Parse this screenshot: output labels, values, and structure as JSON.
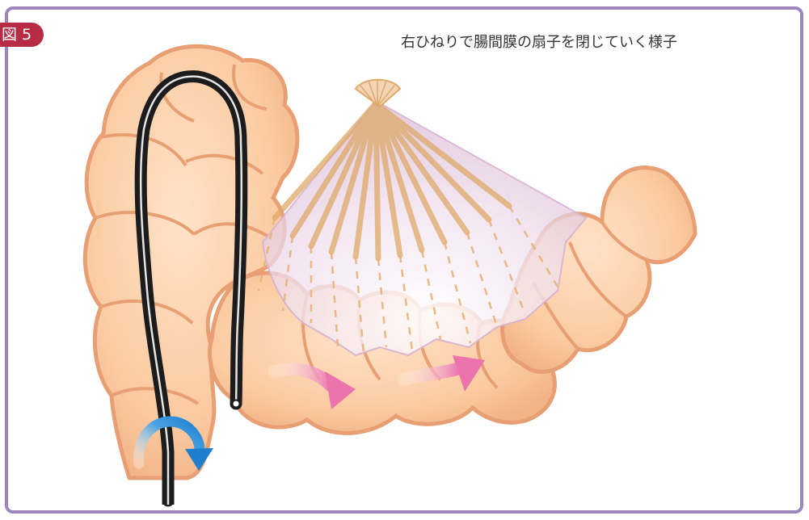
{
  "figure": {
    "label": "図 5"
  },
  "caption": "右ひねりで腸間膜の扇子を閉じていく様子",
  "colors": {
    "frame": "#9b87bd",
    "badge": "#b72b45",
    "intestine_fill": "#fbcfa8",
    "intestine_outline": "#e79f73",
    "scope_body": "#1c1c1c",
    "scope_highlight": "#e4e4e4",
    "mesentery_fill": "#e9d3e6",
    "fan_rib": "#dfa969",
    "rotation_arrow": "#1e7fd0",
    "motion_arrow": "#ec74ad"
  },
  "icons": {
    "rotation": "clockwise-rotation-arrow",
    "motion": "rightward-motion-arrow"
  }
}
